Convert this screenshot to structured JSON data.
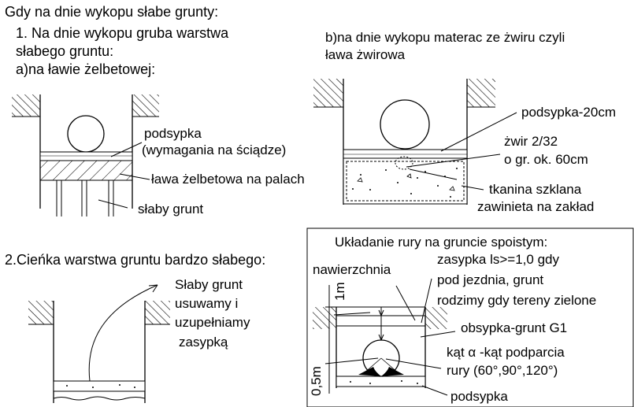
{
  "heading": "Gdy na dnie wykopu słabe grunty:",
  "section1": {
    "title_line1": "1. Na dnie wykopu gruba warstwa",
    "title_line2": "słabego gruntu:",
    "sub_a": "a)na ławie żelbetowej:",
    "label_podsypka": "podsypka",
    "label_wymagania": "(wymagania na  ściądze)",
    "label_lawa": "ława żelbetowa na palach",
    "label_slaby": "słaby grunt",
    "sub_b_line1": "b)na dnie wykopu materac ze żwiru czyli",
    "sub_b_line2": "ława żwirowa",
    "label_podsypka20": "podsypka-20cm",
    "label_zwir": "żwir 2/32",
    "label_zwir2": "o gr. ok. 60cm",
    "label_tkanina": "tkanina szklana",
    "label_zawinieta": "zawinieta na zakład"
  },
  "section2": {
    "title": "2.Cieńka warstwa gruntu bardzo słabego:",
    "line1": "Słaby grunt",
    "line2": " usuwamy i",
    "line3": "uzupełniamy",
    "line4": "zasypką"
  },
  "section3": {
    "title": "Układanie rury na gruncie spoistym:",
    "zasypka1": "zasypka ls>=1,0 gdy",
    "zasypka2": "pod jezdnia, grunt",
    "zasypka3": "rodzimy gdy tereny zielone",
    "nawierzchnia": "nawierzchnia",
    "dim_1m": "1m",
    "dim_05m": "0,5m",
    "obsypka": "obsypka-grunt G1",
    "kat1": "kąt α -kąt podparcia",
    "kat2": "rury (60°,90°,120°)",
    "podsypka": "podsypka"
  }
}
